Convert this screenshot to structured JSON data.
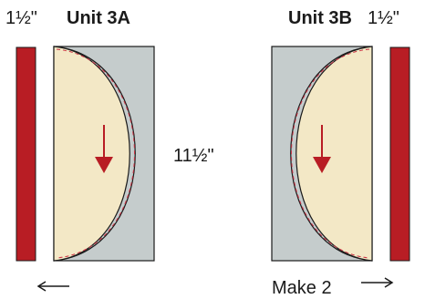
{
  "diagram": {
    "left_strip_width_label": "1½\"",
    "unit_a_title": "Unit 3A",
    "unit_b_title": "Unit 3B",
    "right_strip_width_label": "1½\"",
    "height_label": "11½\"",
    "make_note": "Make 2"
  },
  "colors": {
    "strip_red": "#b81d24",
    "half_circle_cream": "#f3e8c6",
    "background_gray": "#c5cccc",
    "stitch_dash": "#cc3344",
    "arrow_red": "#b81d24",
    "outline": "#1a1a1a"
  }
}
